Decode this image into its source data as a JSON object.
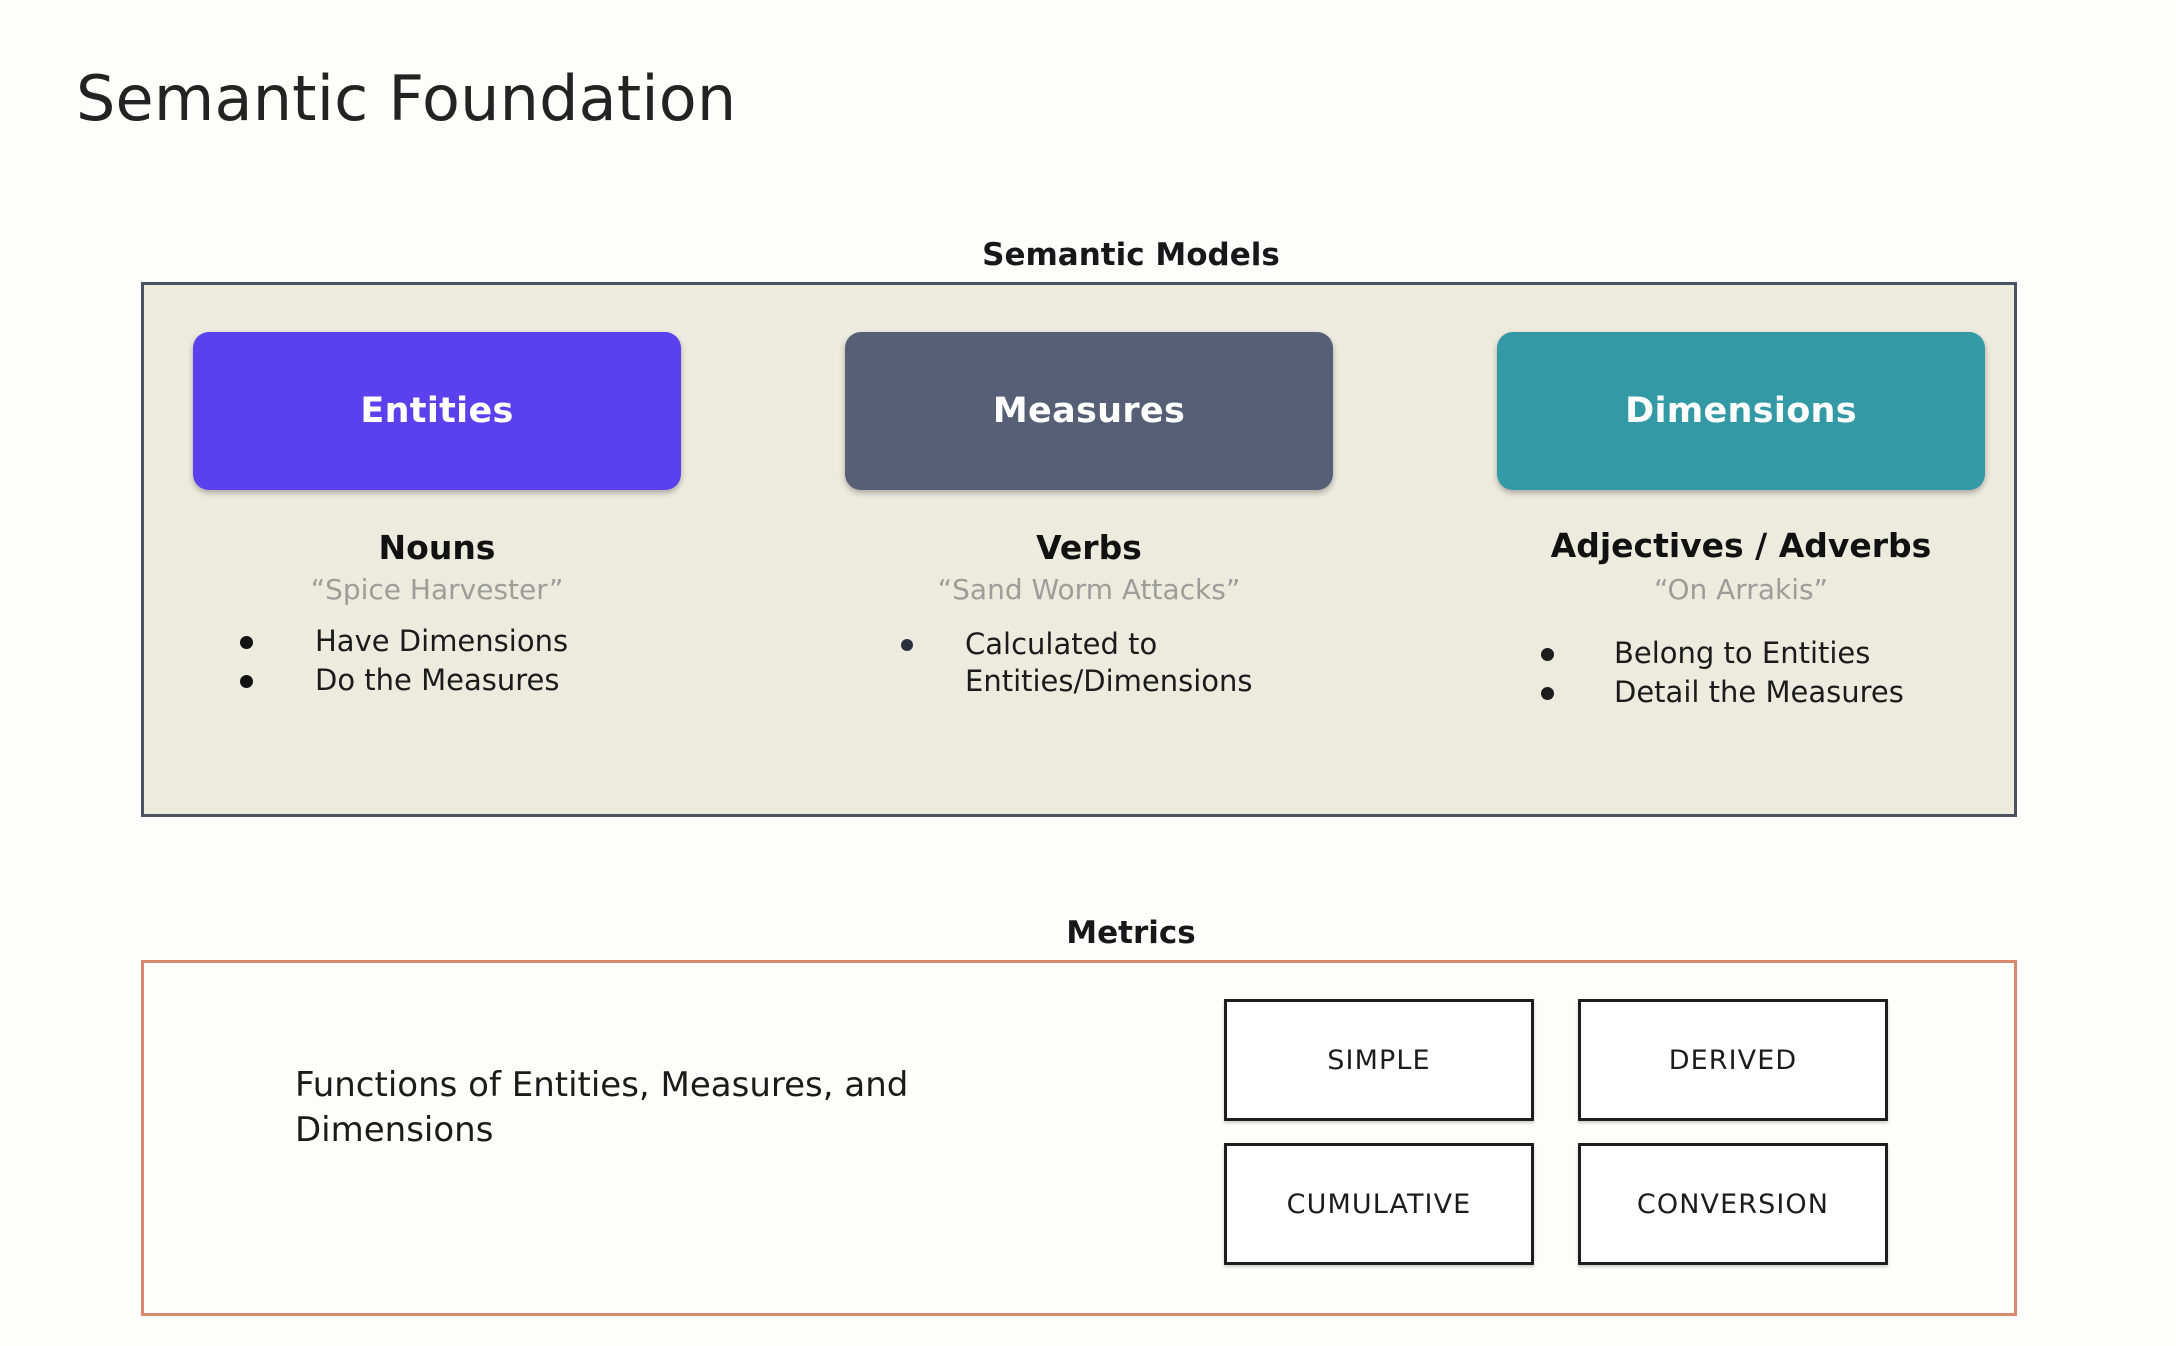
{
  "slide": {
    "title": "Semantic Foundation"
  },
  "semantic_models": {
    "caption": "Semantic Models",
    "panel_bg": "#EDEADE",
    "panel_border": "#4B5261",
    "columns": [
      {
        "card_label": "Entities",
        "card_color": "#5B40EE",
        "part_of_speech": "Nouns",
        "example": "“Spice Harvester”",
        "bullets": [
          "Have Dimensions",
          "Do the Measures"
        ]
      },
      {
        "card_label": "Measures",
        "card_color": "#565F75",
        "part_of_speech": "Verbs",
        "example": "“Sand Worm Attacks”",
        "bullets": [
          "Calculated to Entities/Dimensions"
        ]
      },
      {
        "card_label": "Dimensions",
        "card_color": "#339AA5",
        "part_of_speech": "Adjectives / Adverbs",
        "example": "“On Arrakis”",
        "bullets": [
          "Belong to Entities",
          "Detail the Measures"
        ]
      }
    ]
  },
  "metrics": {
    "caption": "Metrics",
    "panel_border": "#D98A6C",
    "description": "Functions of Entities, Measures, and Dimensions",
    "types": [
      "SIMPLE",
      "DERIVED",
      "CUMULATIVE",
      "CONVERSION"
    ]
  }
}
